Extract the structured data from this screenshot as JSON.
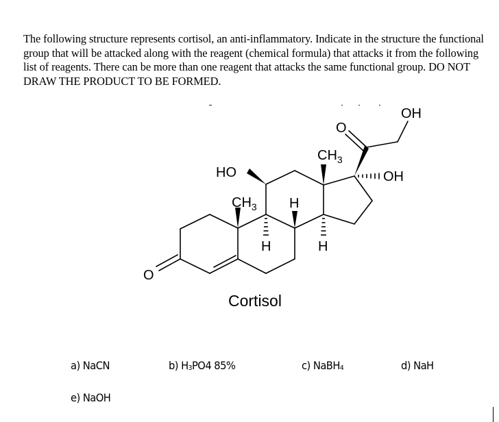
{
  "question": {
    "text": "The following structure represents cortisol, an anti-inflammatory. Indicate in the structure the functional group that will be attacked along with the reagent (chemical formula) that attacks it from the following list of reagents. There can be more than one reagent that attacks the same functional group. DO NOT DRAW THE PRODUCT TO BE FORMED."
  },
  "structure": {
    "name": "Cortisol",
    "labels": {
      "ho_c11": "HO",
      "ch3_c10": "CH",
      "ch3_c13": "CH",
      "sub3": "3",
      "h": "H",
      "oh": "OH",
      "o": "O"
    }
  },
  "reagents": [
    {
      "letter": "a)",
      "prefix": "NaCN",
      "sub": "",
      "suffix": ""
    },
    {
      "letter": "b)",
      "prefix": "H",
      "sub": "3",
      "suffix": "PO4 85%"
    },
    {
      "letter": "c)",
      "prefix": "NaBH",
      "sub": "4",
      "suffix": ""
    },
    {
      "letter": "d)",
      "prefix": "NaH",
      "sub": "",
      "suffix": ""
    },
    {
      "letter": "e)",
      "prefix": "NaOH",
      "sub": "",
      "suffix": ""
    }
  ]
}
